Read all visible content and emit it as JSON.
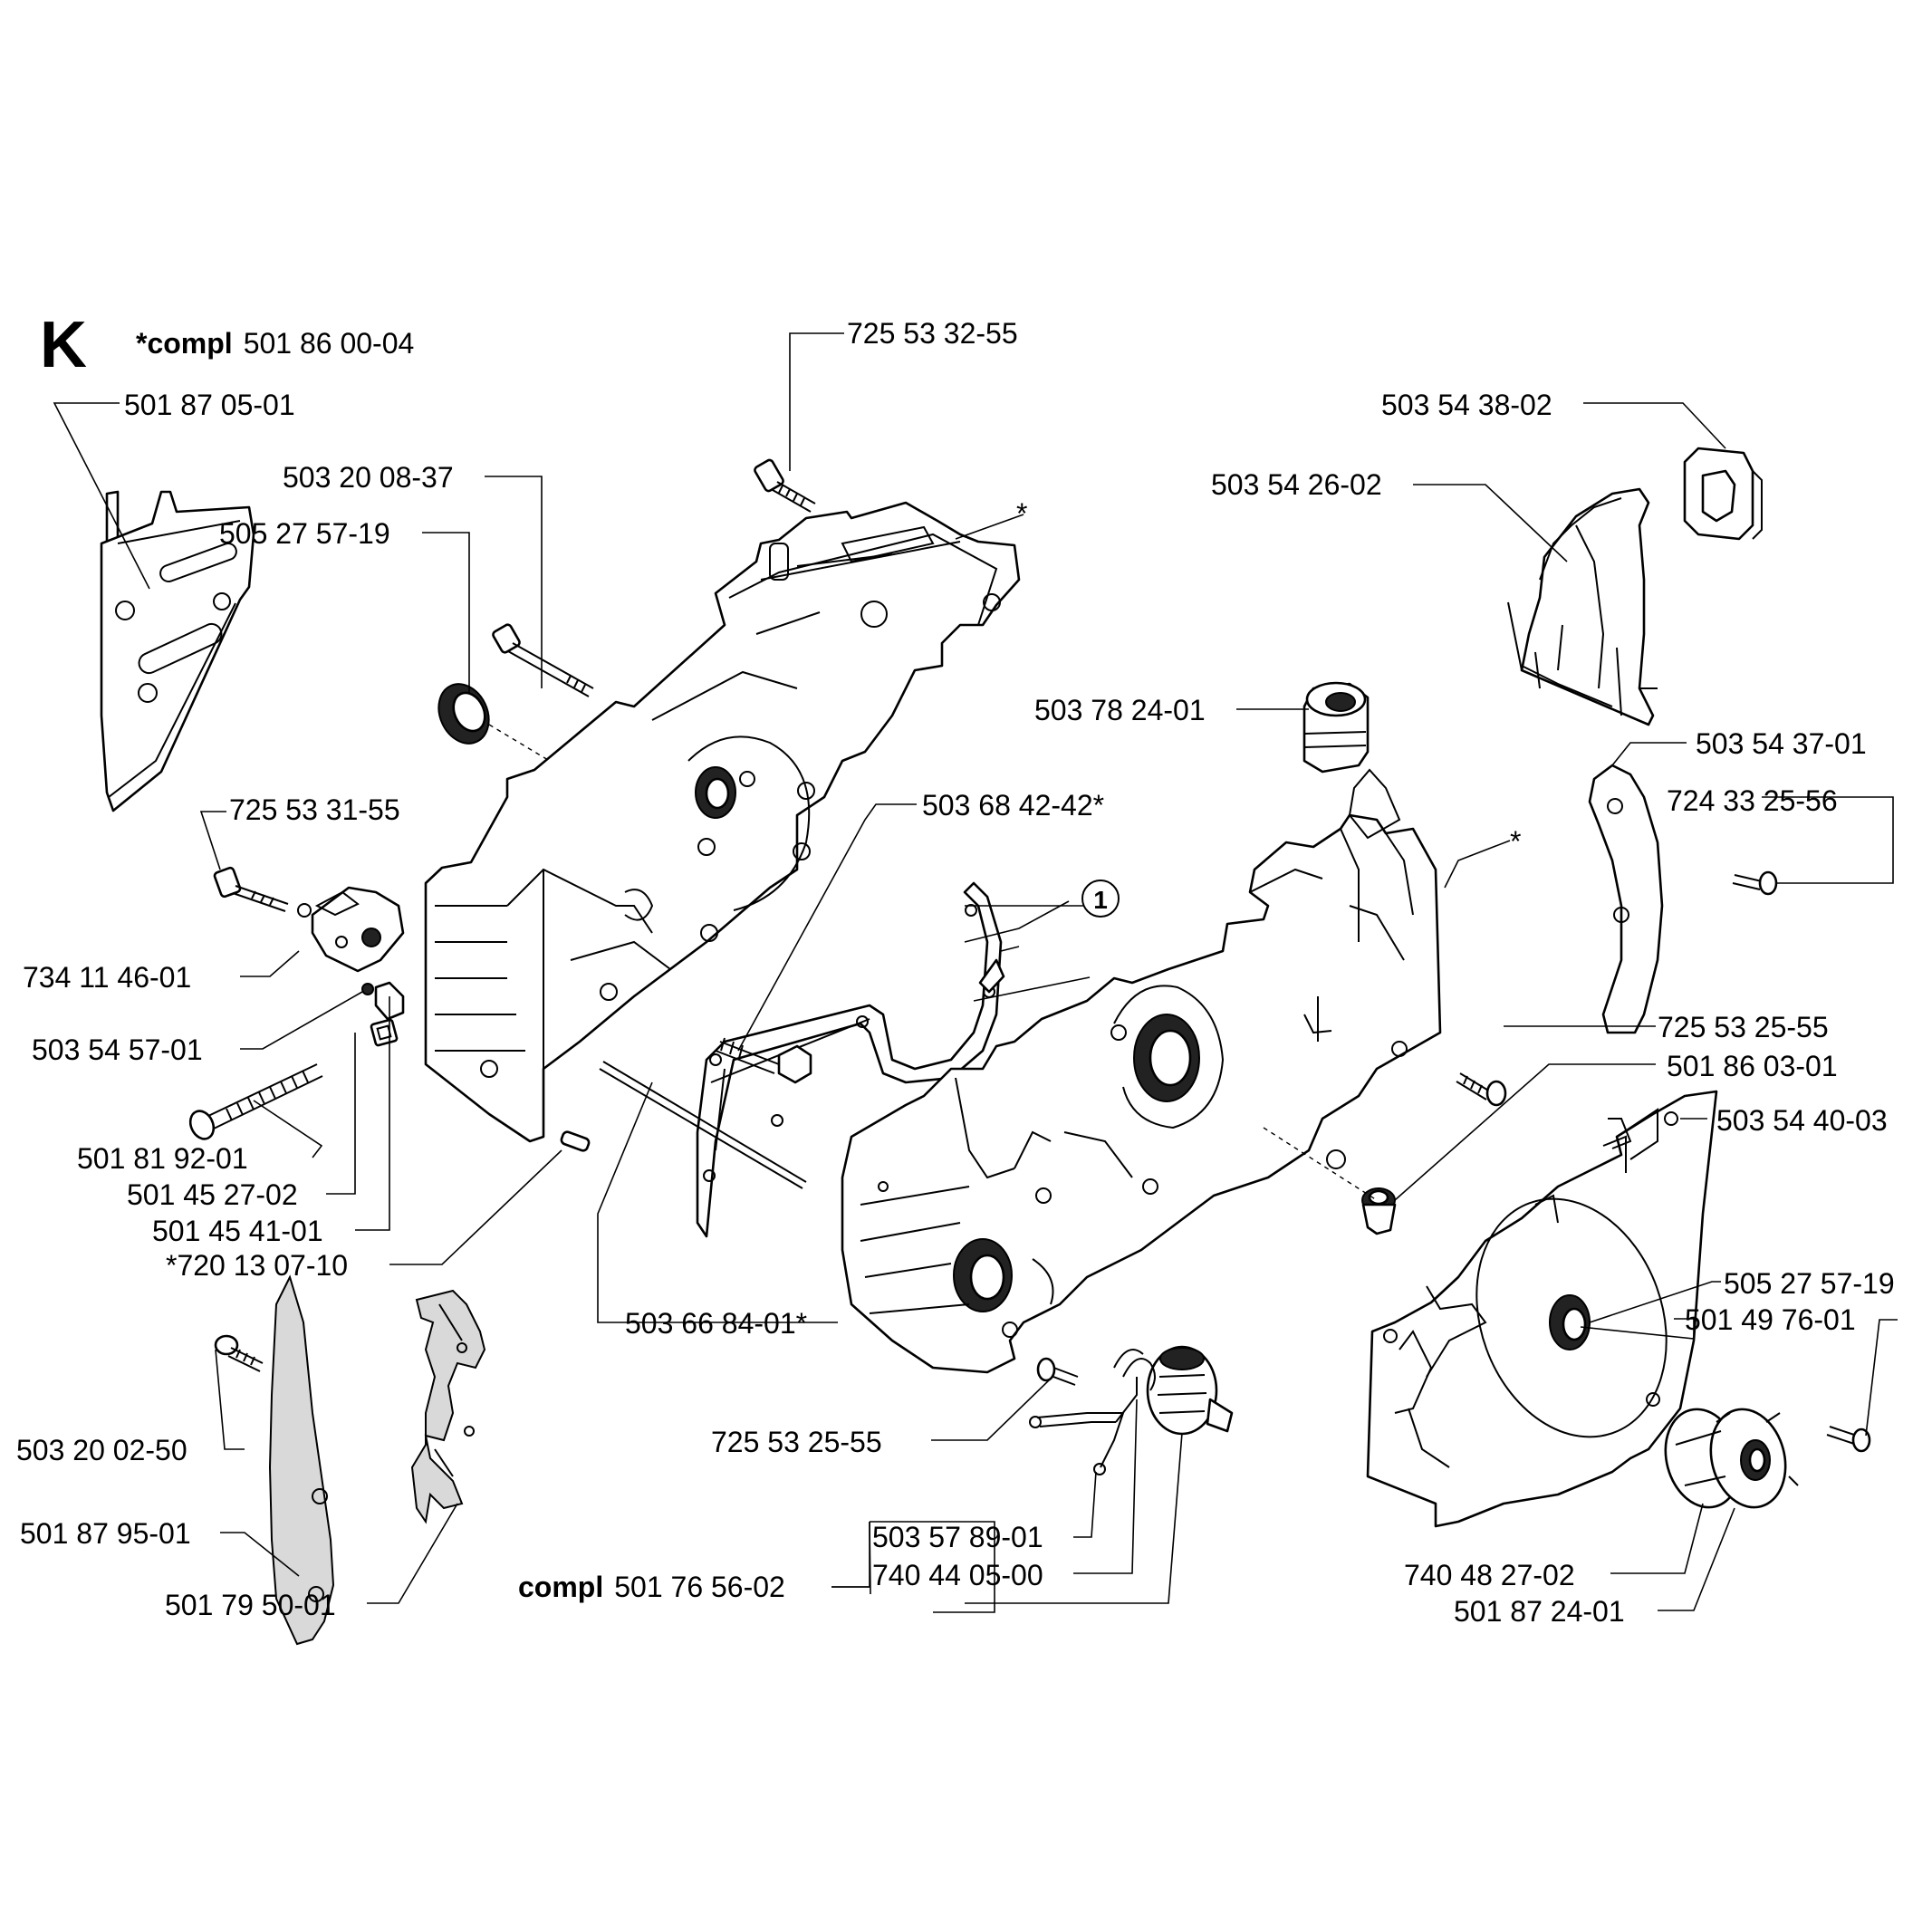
{
  "section_letter": "K",
  "assembly": {
    "prefix": "*compl",
    "number": "501 86 00-04"
  },
  "sub_assembly": {
    "prefix": "compl",
    "number": "501 76 56-02"
  },
  "callout": "1",
  "star_marks": [
    "*",
    "*"
  ],
  "parts": {
    "p01": "725 53 32-55",
    "p02": "501 87 05-01",
    "p03": "503 20 08-37",
    "p04": "505 27 57-19",
    "p05": "503 54 38-02",
    "p06": "503 54 26-02",
    "p07": "503 78 24-01",
    "p08": "503 54 37-01",
    "p09": "503 68 42-42*",
    "p10": "725 53 31-55",
    "p11": "724 33 25-56",
    "p12": "734 11 46-01",
    "p13": "503 54 57-01",
    "p14": "725 53 25-55",
    "p15": "501 86 03-01",
    "p16": "503 54 40-03",
    "p17": "501 81 92-01",
    "p18": "501 45 27-02",
    "p19": "501 45 41-01",
    "p20": "*720 13 07-10",
    "p21": "505 27 57-19",
    "p22": "503 66 84-01*",
    "p23": "501 49 76-01",
    "p24": "725 53 25-55",
    "p25": "503 20 02-50",
    "p26": "501 87 95-01",
    "p27": "503 57 89-01",
    "p28": "740 44 05-00",
    "p29": "740 48 27-02",
    "p30": "501 87 24-01",
    "p31": "501 79 50-01"
  }
}
